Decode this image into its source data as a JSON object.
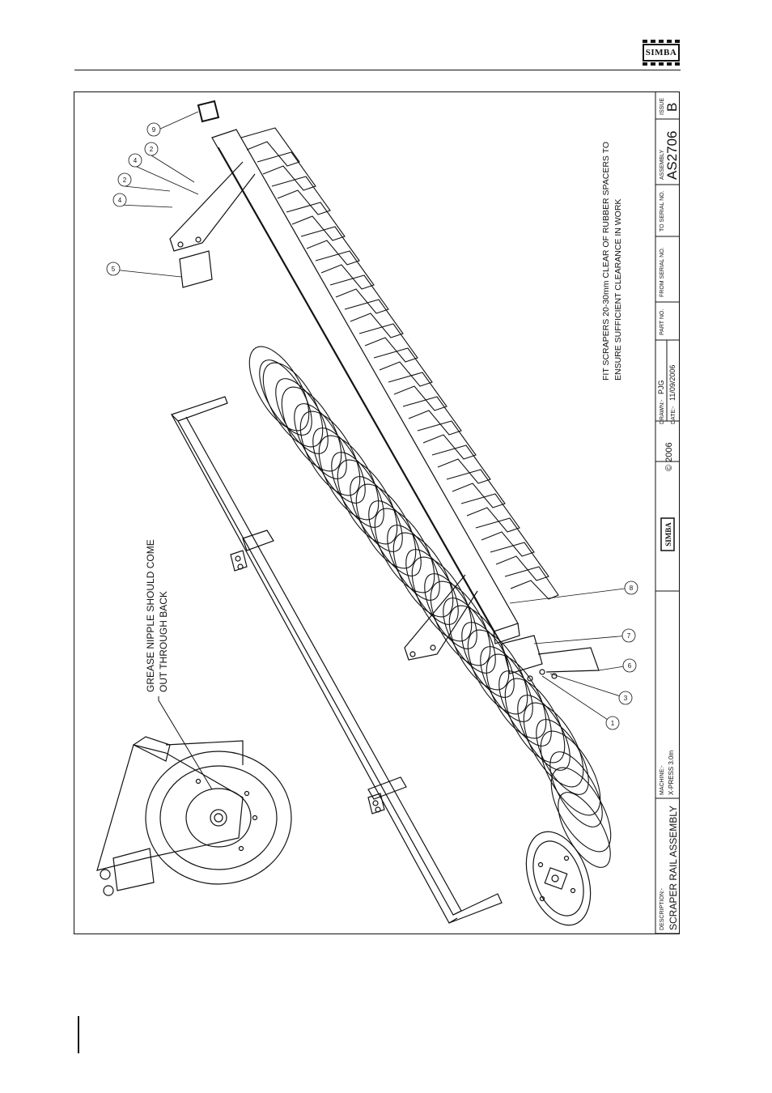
{
  "brand": "SIMBA",
  "notes": {
    "grease_line1": "GREASE NIPPLE SHOULD COME",
    "grease_line2": "OUT THROUGH BACK",
    "scraper_line1": "FIT SCRAPERS 20-30mm CLEAR OF RUBBER SPACERS TO",
    "scraper_line2": "ENSURE SUFFICIENT CLEARANCE IN WORK"
  },
  "balloons": [
    "1",
    "2",
    "2",
    "3",
    "4",
    "4",
    "5",
    "6",
    "7",
    "8",
    "9"
  ],
  "title_block": {
    "description_label": "DESCRIPTION:-",
    "description": "SCRAPER RAIL ASSEMBLY",
    "machine_label": "MACHINE:-",
    "machine": "X-PRESS 3.0m",
    "copyright": "© 2006",
    "drawn_label": "DRAWN:-",
    "drawn": "PJG",
    "date_label": "DATE:-",
    "date": "11/09/2006",
    "part_no_label": "PART NO.",
    "from_serial_label": "FROM SERIAL NO.",
    "to_serial_label": "TO SERIAL NO.",
    "assembly_label": "ASSEMBLY",
    "assembly": "AS2706",
    "issue_label": "ISSUE",
    "issue": "B"
  }
}
